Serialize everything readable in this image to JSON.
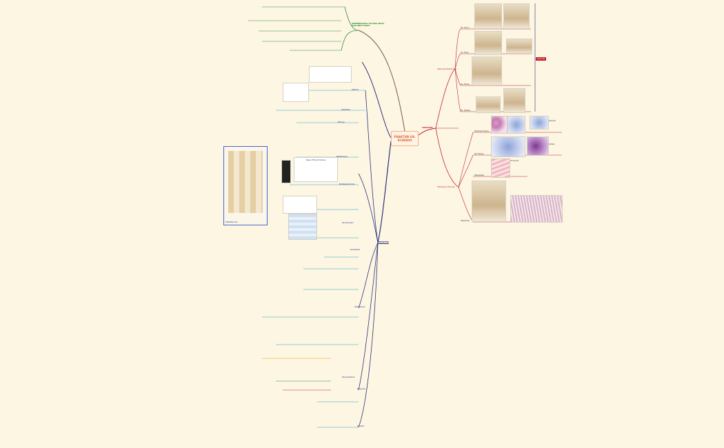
{
  "central_topic": "FRAKTUR OS. SCHEDIO",
  "colors": {
    "background": "#fdf6e3",
    "green": "#2e8b3a",
    "navy": "#2a2f7a",
    "teal": "#2aa3c4",
    "red": "#c0202a",
    "orange": "#e4612f",
    "yellow": "#e0a800",
    "brown": "#7a5a3a"
  },
  "branches": {
    "right_main": "ANATOMI",
    "green_main": "GERBERDASAR TULANG SIKAT DAN OBAT SAKIT",
    "left_main": "FRAKTUR",
    "red_tag": "Saraf (II)"
  },
  "anatomy": {
    "sub1": "Osteologi Ekstremitas",
    "sub2": "Histologi & Fisiologi",
    "items": [
      "Os. femur",
      "Os. Tibia",
      "Os. Fibula",
      "Os. Patella",
      "Histologi Tulang",
      "Sel Tulang",
      "Osteoblast",
      "Osteoklas",
      "Osteosit",
      "Matriks",
      "Kondrosit",
      "Sintesis Tulang"
    ]
  },
  "fracture": {
    "groups": [
      "Definisi",
      "Klasifikasi",
      "Etiologi",
      "Patofisiologi",
      "Manifestasi Klinis",
      "Pemeriksaan",
      "Komplikasi",
      "Tatalaksana",
      "Penyembuhan",
      "Prognosis",
      "Edukasi"
    ],
    "diagram_caption": "Types of Bone Fractures",
    "frame_caption": "Klasifikasi AO"
  }
}
